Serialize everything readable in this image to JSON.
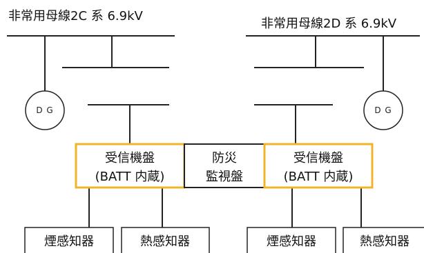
{
  "buses": {
    "left": {
      "label": "非常用母線2C 系 6.9kV"
    },
    "right": {
      "label": "非常用母線2D 系 6.9kV"
    }
  },
  "generators": {
    "left": {
      "label": "D G"
    },
    "right": {
      "label": "D G"
    }
  },
  "panels": {
    "left": {
      "line1": "受信機盤",
      "line2": "(BATT 内蔵)"
    },
    "center": {
      "line1": "防災",
      "line2": "監視盤"
    },
    "right": {
      "line1": "受信機盤",
      "line2": "(BATT 内蔵)"
    }
  },
  "detectors": {
    "left_smoke": "煙感知器",
    "left_heat": "熱感知器",
    "right_smoke": "煙感知器",
    "right_heat": "熱感知器"
  },
  "colors": {
    "line": "#222222",
    "receiver_border": "#f0b429",
    "monitor_border": "#222222"
  }
}
